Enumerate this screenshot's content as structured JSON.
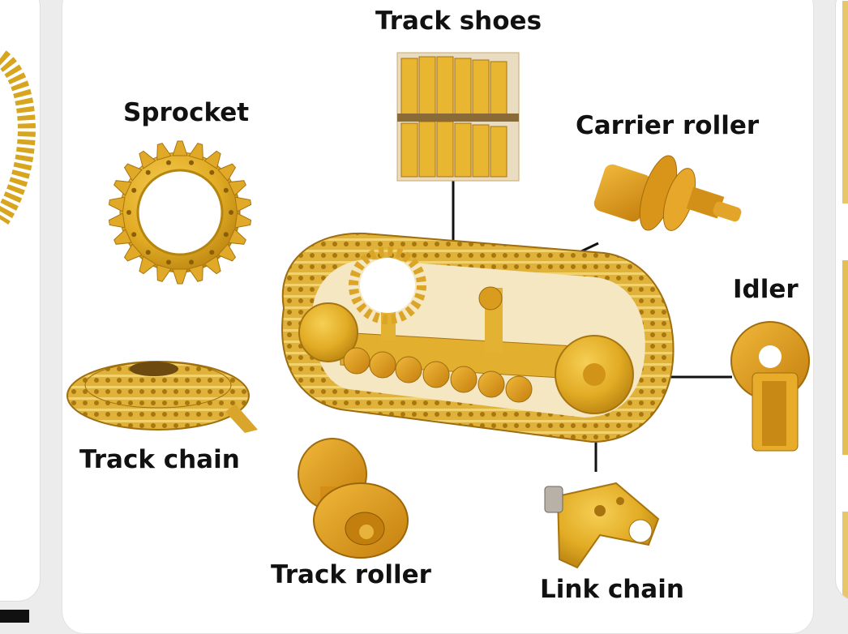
{
  "labels": {
    "track_shoes": "Track shoes",
    "sprocket": "Sprocket",
    "carrier_roller": "Carrier roller",
    "idler": "Idler",
    "track_chain": "Track chain",
    "track_roller": "Track roller",
    "link_chain": "Link chain"
  },
  "colors": {
    "part_yellow": "#e7b52a",
    "part_orange": "#d8991a",
    "part_shadow": "#a87410",
    "leader_line": "#111111",
    "card_background": "#ffffff",
    "page_background": "#ececec"
  }
}
